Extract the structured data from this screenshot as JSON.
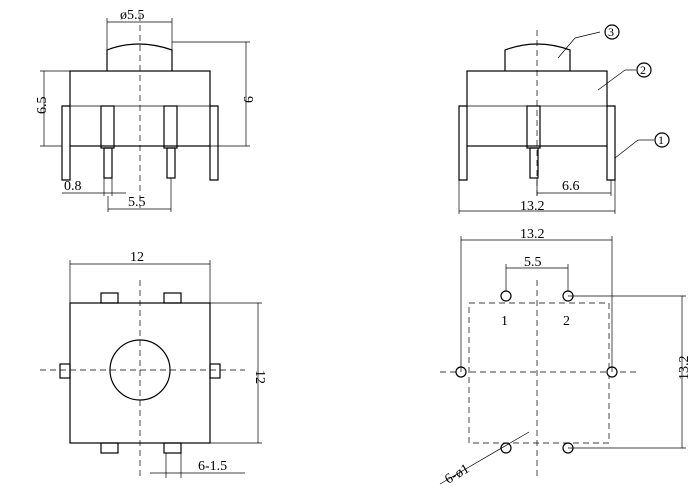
{
  "views": {
    "front_left": {
      "dim_diameter": "ø5.5",
      "dim_height_total": "9",
      "dim_height_body": "6.5",
      "dim_pin_width": "0.8",
      "dim_pin_spacing": "5.5"
    },
    "front_right": {
      "callout_1": "1",
      "callout_2": "2",
      "callout_3": "3",
      "dim_pin_offset": "6.6",
      "dim_width": "13.2"
    },
    "top_left": {
      "dim_width": "12",
      "dim_height": "12",
      "dim_pin": "6-1.5"
    },
    "footprint": {
      "dim_width": "13.2",
      "dim_spacing": "5.5",
      "dim_height": "13.2",
      "pad_label_1": "1",
      "pad_label_2": "2",
      "dim_holes": "6-ø1"
    }
  }
}
